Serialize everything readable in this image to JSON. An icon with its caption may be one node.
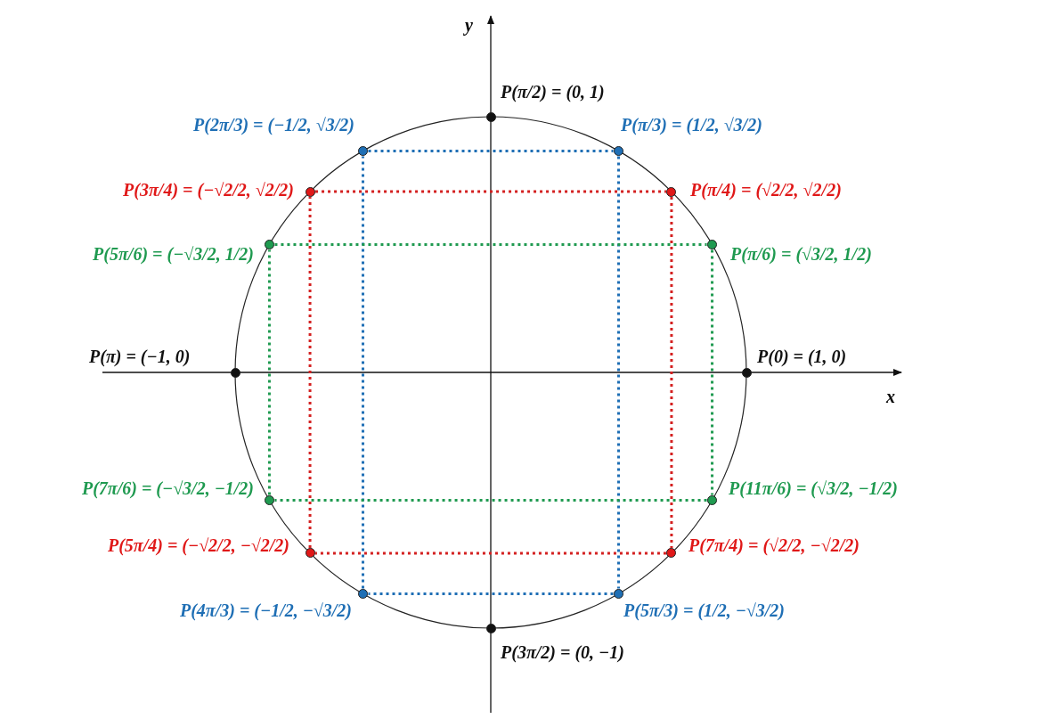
{
  "diagram": {
    "nodes": [
      {
        "text": [],
        "shape": "circle",
        "beside": [
          "P(π/2) = (0, 1)"
        ]
      },
      {
        "text": [],
        "shape": "circle",
        "beside": [
          "P(2π/3) = (−1/2, √3/2)"
        ]
      },
      {
        "text": [],
        "shape": "circle",
        "beside": [
          "P(π/3) = (1/2, √3/2)"
        ]
      },
      {
        "text": [],
        "shape": "circle",
        "beside": [
          "P(3π/4) = (−√2/2, √2/2)"
        ]
      },
      {
        "text": [],
        "shape": "circle",
        "beside": [
          "P(π/4) = (√2/2, √2/2)"
        ]
      },
      {
        "text": [],
        "shape": "circle",
        "beside": [
          "P(5π/6) = (−√3/2, 1/2)"
        ]
      },
      {
        "text": [],
        "shape": "circle",
        "beside": [
          "P(π/6) = (√3/2, 1/2)"
        ]
      },
      {
        "text": [],
        "shape": "circle",
        "beside": [
          "P(π) = (−1, 0)"
        ]
      },
      {
        "text": [],
        "shape": "circle",
        "beside": [
          "P(0) = (1, 0)"
        ]
      },
      {
        "text": [],
        "shape": "circle",
        "beside": [
          "P(7π/6) = (−√3/2, −1/2)"
        ]
      },
      {
        "text": [],
        "shape": "circle",
        "beside": [
          "P(11π/6) = (√3/2, −1/2)"
        ]
      },
      {
        "text": [],
        "shape": "circle",
        "beside": [
          "P(5π/4) = (−√2/2, −√2/2)"
        ]
      },
      {
        "text": [],
        "shape": "circle",
        "beside": [
          "P(7π/4) = (√2/2, −√2/2)"
        ]
      },
      {
        "text": [],
        "shape": "circle",
        "beside": [
          "P(4π/3) = (−1/2, −√3/2)"
        ]
      },
      {
        "text": [],
        "shape": "circle",
        "beside": [
          "P(5π/3) = (1/2, −√3/2)"
        ]
      },
      {
        "text": [],
        "shape": "circle",
        "beside": [
          "P(3π/2) = (0, −1)"
        ]
      }
    ],
    "edges": [
      {
        "from": 1,
        "to": 2,
        "arrow": "none",
        "style": "dashed",
        "color": "#1f6fb5"
      },
      {
        "from": 2,
        "to": 14,
        "arrow": "none",
        "style": "dashed",
        "color": "#1f6fb5"
      },
      {
        "from": 14,
        "to": 13,
        "arrow": "none",
        "style": "dashed",
        "color": "#1f6fb5"
      },
      {
        "from": 13,
        "to": 1,
        "arrow": "none",
        "style": "dashed",
        "color": "#1f6fb5"
      },
      {
        "from": 3,
        "to": 4,
        "arrow": "none",
        "style": "dashed",
        "color": "#d42020"
      },
      {
        "from": 4,
        "to": 12,
        "arrow": "none",
        "style": "dashed",
        "color": "#d42020"
      },
      {
        "from": 12,
        "to": 11,
        "arrow": "none",
        "style": "dashed",
        "color": "#d42020"
      },
      {
        "from": 11,
        "to": 3,
        "arrow": "none",
        "style": "dashed",
        "color": "#d42020"
      },
      {
        "from": 5,
        "to": 6,
        "arrow": "none",
        "style": "dashed",
        "color": "#1f9a50"
      },
      {
        "from": 6,
        "to": 10,
        "arrow": "none",
        "style": "dashed",
        "color": "#1f9a50"
      },
      {
        "from": 10,
        "to": 9,
        "arrow": "none",
        "style": "dashed",
        "color": "#1f9a50"
      },
      {
        "from": 9,
        "to": 5,
        "arrow": "none",
        "style": "dashed",
        "color": "#1f9a50"
      }
    ],
    "labels": [
      "y",
      "x"
    ]
  }
}
